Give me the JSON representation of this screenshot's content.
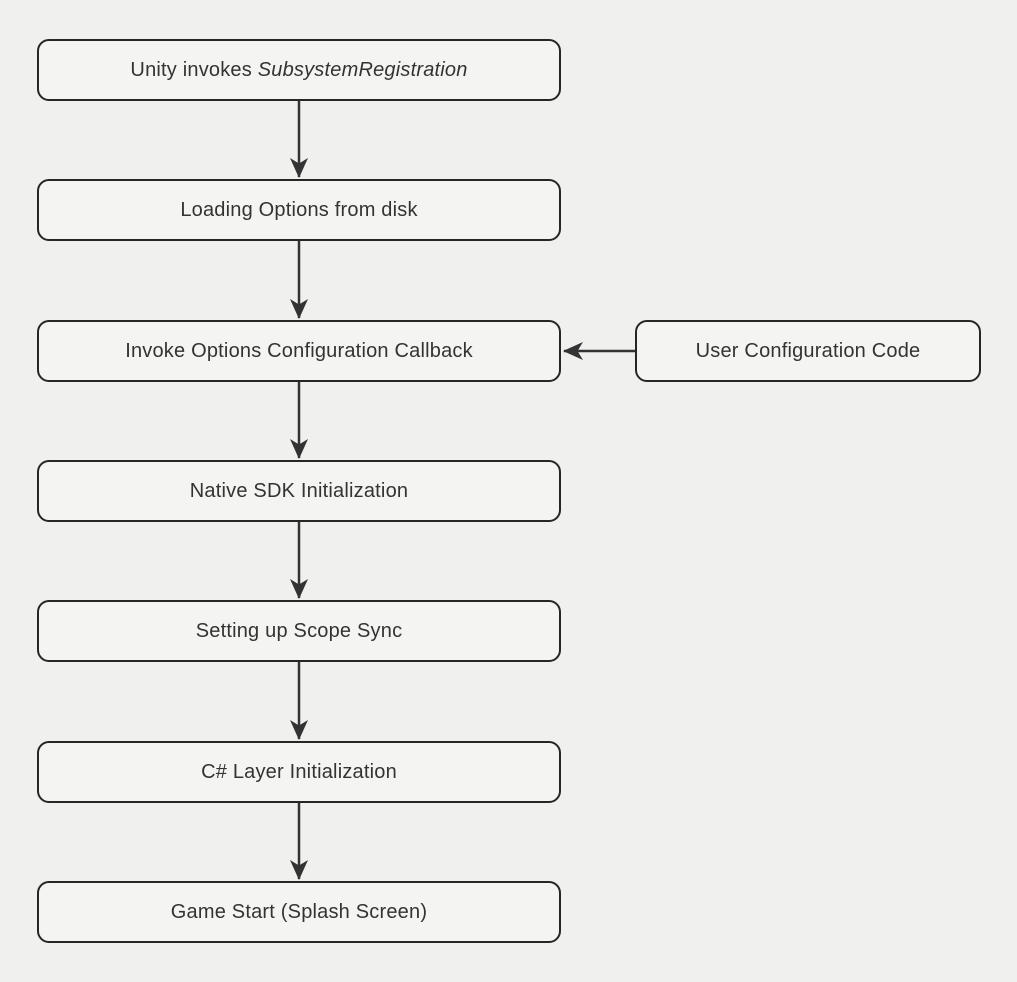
{
  "diagram": {
    "type": "flowchart",
    "direction": "top-down",
    "colors": {
      "background": "#f0f0ee",
      "node_fill": "#f4f4f2",
      "node_border": "#262626",
      "arrow": "#333333",
      "text": "#333333"
    },
    "nodes": [
      {
        "id": "unity-invokes",
        "label_prefix": "Unity invokes ",
        "label_italic": "SubsystemRegistration"
      },
      {
        "id": "loading-options",
        "label": "Loading Options from disk"
      },
      {
        "id": "invoke-callback",
        "label": "Invoke Options Configuration Callback"
      },
      {
        "id": "user-config",
        "label": "User Configuration Code"
      },
      {
        "id": "native-sdk",
        "label": "Native SDK Initialization"
      },
      {
        "id": "scope-sync",
        "label": "Setting up Scope Sync"
      },
      {
        "id": "csharp-layer",
        "label": "C# Layer Initialization"
      },
      {
        "id": "game-start",
        "label": "Game Start (Splash Screen)"
      }
    ],
    "edges": [
      {
        "from": "unity-invokes",
        "to": "loading-options",
        "direction": "down"
      },
      {
        "from": "loading-options",
        "to": "invoke-callback",
        "direction": "down"
      },
      {
        "from": "user-config",
        "to": "invoke-callback",
        "direction": "left"
      },
      {
        "from": "invoke-callback",
        "to": "native-sdk",
        "direction": "down"
      },
      {
        "from": "native-sdk",
        "to": "scope-sync",
        "direction": "down"
      },
      {
        "from": "scope-sync",
        "to": "csharp-layer",
        "direction": "down"
      },
      {
        "from": "csharp-layer",
        "to": "game-start",
        "direction": "down"
      }
    ]
  }
}
